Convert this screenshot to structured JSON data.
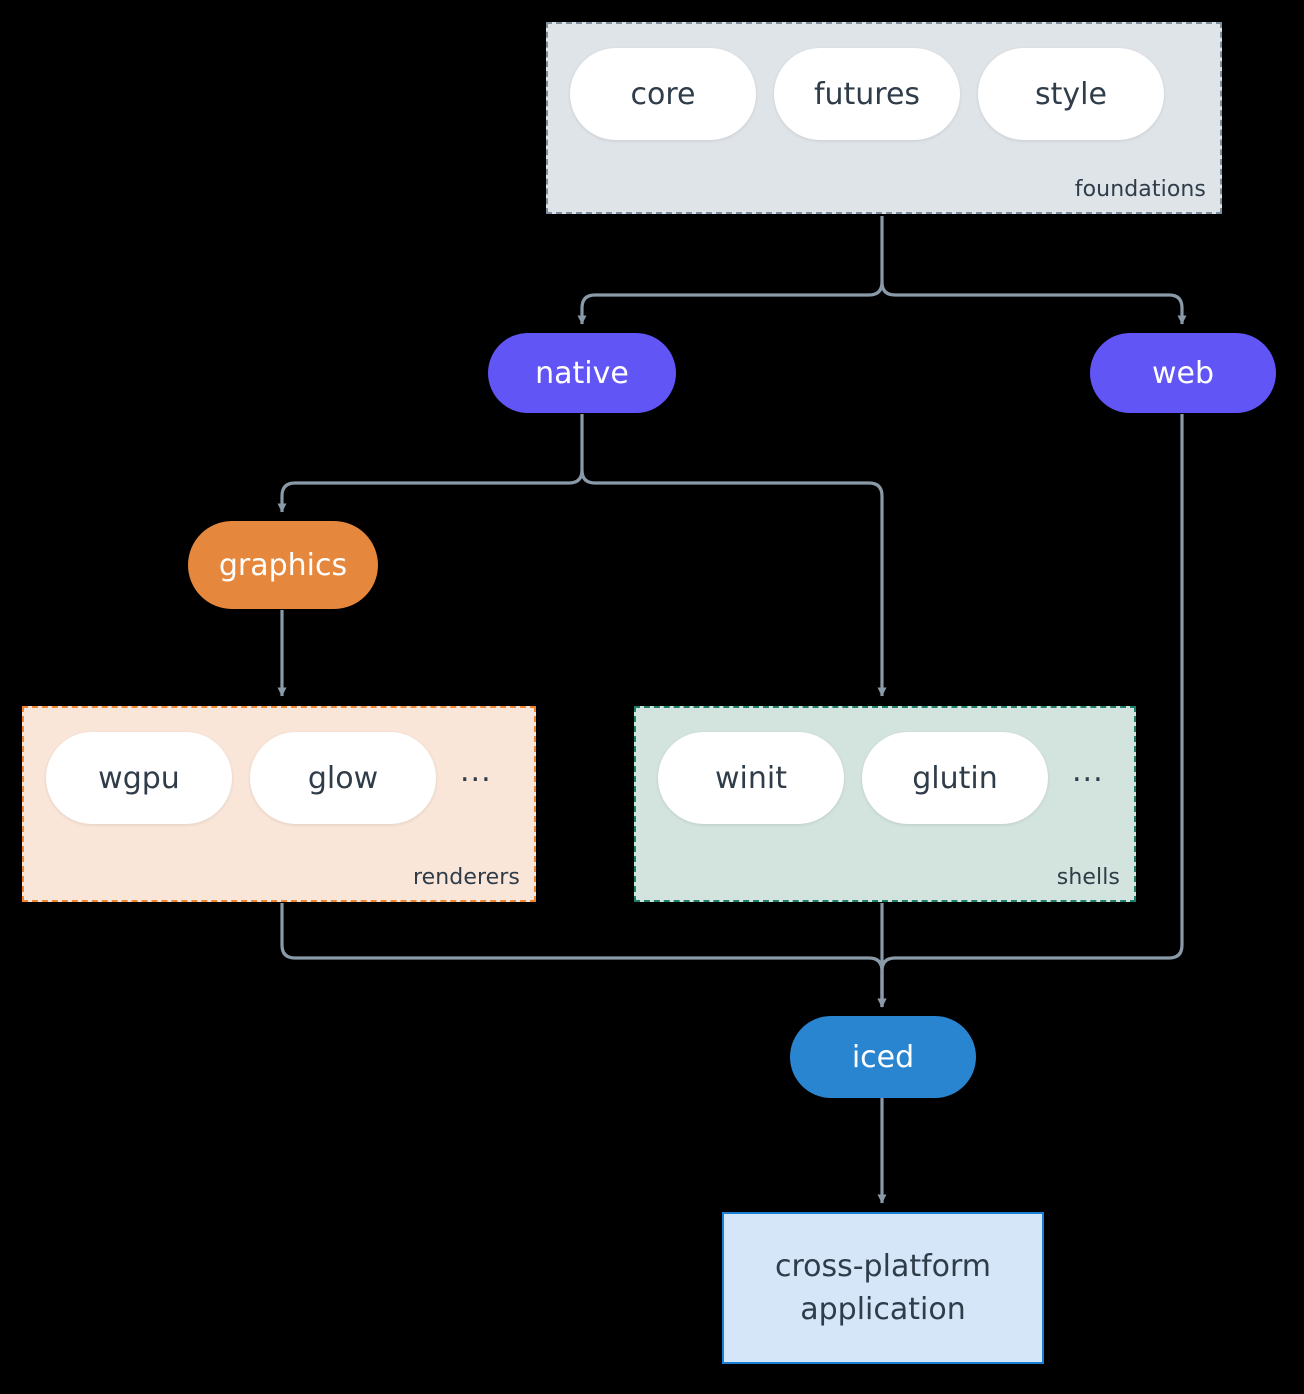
{
  "diagram": {
    "type": "architecture-flow",
    "background": "#000000",
    "edge_color": "#8a9aa8",
    "text_color": "#2f3c49",
    "clusters": [
      {
        "id": "foundations",
        "label": "foundations",
        "fill": "#dfe4e8",
        "border": "#7f8fa0",
        "items": [
          "core",
          "futures",
          "style"
        ],
        "ellipsis": ""
      },
      {
        "id": "renderers",
        "label": "renderers",
        "fill": "#fae6d8",
        "border": "#ed8733",
        "items": [
          "wgpu",
          "glow"
        ],
        "ellipsis": "..."
      },
      {
        "id": "shells",
        "label": "shells",
        "fill": "#d3e3dd",
        "border": "#1f7f6a",
        "items": [
          "winit",
          "glutin"
        ],
        "ellipsis": "..."
      }
    ],
    "nodes": [
      {
        "id": "native",
        "label": "native",
        "fill": "#6155f5",
        "shape": "pill"
      },
      {
        "id": "web",
        "label": "web",
        "fill": "#6155f5",
        "shape": "pill"
      },
      {
        "id": "graphics",
        "label": "graphics",
        "fill": "#e5873c",
        "shape": "pill"
      },
      {
        "id": "iced",
        "label": "iced",
        "fill": "#2a85d0",
        "shape": "pill"
      },
      {
        "id": "application",
        "label": "cross-platform\napplication",
        "line1": "cross-platform",
        "line2": "application",
        "fill": "#d4e6f7",
        "border": "#1a7fd4",
        "shape": "rect"
      }
    ],
    "edges": [
      {
        "from": "foundations",
        "to": "native"
      },
      {
        "from": "foundations",
        "to": "web"
      },
      {
        "from": "native",
        "to": "graphics"
      },
      {
        "from": "native",
        "to": "shells"
      },
      {
        "from": "graphics",
        "to": "renderers"
      },
      {
        "from": "renderers",
        "to": "iced"
      },
      {
        "from": "shells",
        "to": "iced"
      },
      {
        "from": "web",
        "to": "iced"
      },
      {
        "from": "iced",
        "to": "application"
      }
    ]
  }
}
